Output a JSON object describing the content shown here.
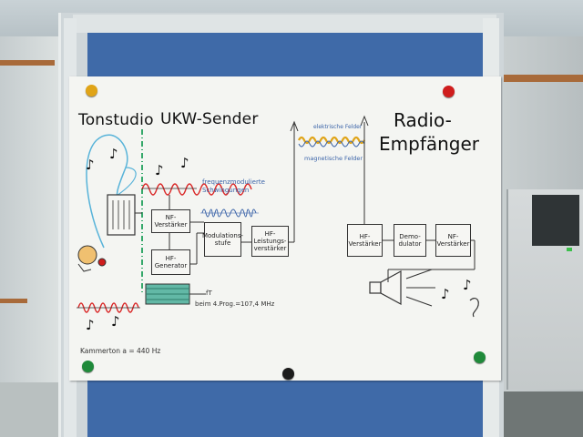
{
  "poster": {
    "tonstudio": "Tonstudio",
    "ukw_sender": "UKW-Sender",
    "radio_line1": "Radio-",
    "radio_line2": "Empfänger",
    "boxes": {
      "nf_verstaerker_tx_1": "NF-",
      "nf_verstaerker_tx_2": "Verstärker",
      "hf_generator_1": "HF-",
      "hf_generator_2": "Generator",
      "modulation_1": "Modulations-",
      "modulation_2": "stufe",
      "hf_leistung_1": "HF-",
      "hf_leistung_2": "Leistungs-",
      "hf_leistung_3": "verstärker",
      "hf_verstaerker_rx_1": "HF-",
      "hf_verstaerker_rx_2": "Verstärker",
      "demodulator_1": "Demo-",
      "demodulator_2": "dulator",
      "nf_verstaerker_rx_1": "NF-",
      "nf_verstaerker_rx_2": "Verstärker"
    },
    "fm_label_1": "frequenzmodulierte",
    "fm_label_2": "Schwingungen",
    "efield_label": "elektrische Felder",
    "mfield_label": "magnetische Felder",
    "freq_symbol": "fT",
    "freq_note": "beim 4.Prog.=107,4 MHz",
    "kammerton": "Kammerton  a = 440 Hz"
  },
  "colors": {
    "pin_yellow": "#e0a417",
    "pin_red": "#cf1d1d",
    "pin_green": "#1f8a3a",
    "pin_black": "#1c1c1c",
    "wave_red": "#d92626",
    "ink_blue": "#3a63a8",
    "board_blue": "#3f6aa8",
    "dash_green": "#35a86a"
  }
}
